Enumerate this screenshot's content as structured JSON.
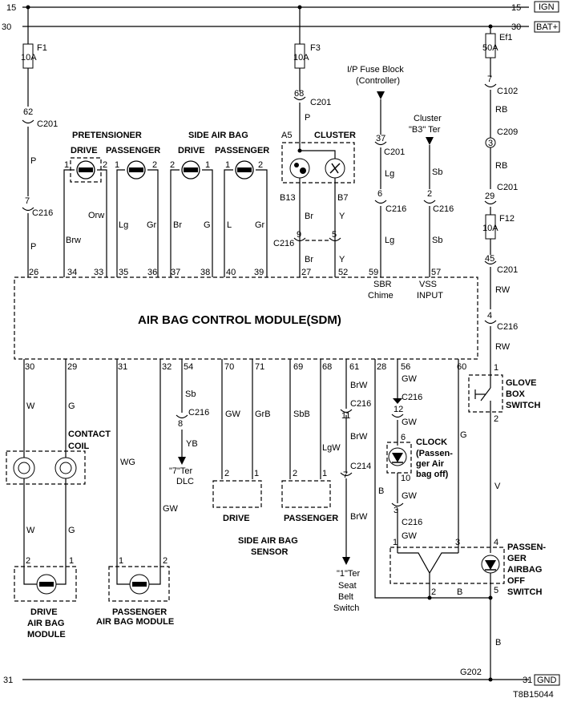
{
  "rails": {
    "top15": "15",
    "top30": "30",
    "bottom31": "31",
    "ign": "IGN",
    "bat": "BAT+",
    "gnd": "GND"
  },
  "fuses": {
    "f1": "F1",
    "f1_amp": "10A",
    "f3": "F3",
    "f3_amp": "10A",
    "ef1": "Ef1",
    "ef1_amp": "50A",
    "f12": "F12",
    "f12_amp": "10A"
  },
  "connectors": {
    "c201": "C201",
    "c216": "C216",
    "c102": "C102",
    "c209": "C209",
    "c214": "C214"
  },
  "pins": {
    "p62": "62",
    "p7": "7",
    "p68": "68",
    "p37": "37",
    "p6": "6",
    "p2": "2",
    "p3": "3",
    "p29": "29",
    "p45": "45",
    "p4": "4",
    "p9": "9",
    "p5": "5",
    "p8": "8",
    "p11": "11",
    "p12": "12",
    "p10": "10",
    "p1": "1",
    "pA5": "A5",
    "pB13": "B13",
    "pB7": "B7"
  },
  "colors": {
    "p": "P",
    "brw": "Brw",
    "orw": "Orw",
    "lg": "Lg",
    "gr": "Gr",
    "br": "Br",
    "g": "G",
    "l": "L",
    "y": "Y",
    "sb": "Sb",
    "rb": "RB",
    "rw": "RW",
    "w": "W",
    "wg": "WG",
    "gw": "GW",
    "yb": "YB",
    "grb": "GrB",
    "sbb": "SbB",
    "lgw": "LgW",
    "brW": "BrW",
    "v": "V",
    "b": "B"
  },
  "sdm_pins_top": [
    "26",
    "34",
    "33",
    "35",
    "36",
    "37",
    "38",
    "40",
    "39",
    "27",
    "52",
    "59",
    "57"
  ],
  "sdm_pins_bottom": [
    "30",
    "29",
    "31",
    "32",
    "54",
    "70",
    "71",
    "69",
    "68",
    "61",
    "28",
    "56",
    "60"
  ],
  "labels": {
    "pretensioner": "PRETENSIONER",
    "side_air_bag": "SIDE AIR BAG",
    "drive": "DRIVE",
    "passenger": "PASSENGER",
    "cluster": "CLUSTER",
    "ip_fuse_block": "I/P Fuse Block",
    "controller": "(Controller)",
    "cluster_b3": "Cluster",
    "cluster_b3b": "\"B3\" Ter",
    "sbr": "SBR",
    "chime": "Chime",
    "vss": "VSS",
    "input": "INPUT",
    "sdm": "AIR BAG CONTROL MODULE(SDM)",
    "contact": "CONTACT",
    "coil": "COIL",
    "dlc_a": "\"7\"Ter",
    "dlc_b": "DLC",
    "sensor_drive": "DRIVE",
    "sensor_passenger": "PASSENGER",
    "sensor_a": "SIDE AIR BAG",
    "sensor_b": "SENSOR",
    "seat_a": "\"1\"Ter",
    "seat_b": "Seat",
    "seat_c": "Belt",
    "seat_d": "Switch",
    "clock": "CLOCK",
    "clock_b": "(Passen-",
    "clock_c": "ger Air",
    "clock_d": "bag off)",
    "glove_a": "GLOVE",
    "glove_b": "BOX",
    "glove_c": "SWITCH",
    "pab_a": "PASSEN-",
    "pab_b": "GER",
    "pab_c": "AIRBAG",
    "pab_d": "OFF",
    "pab_e": "SWITCH",
    "drive_ab_a": "DRIVE",
    "drive_ab_b": "AIR BAG",
    "drive_ab_c": "MODULE",
    "pass_ab_a": "PASSENGER",
    "pass_ab_b": "AIR BAG MODULE",
    "g202": "G202",
    "code": "T8B15044"
  }
}
